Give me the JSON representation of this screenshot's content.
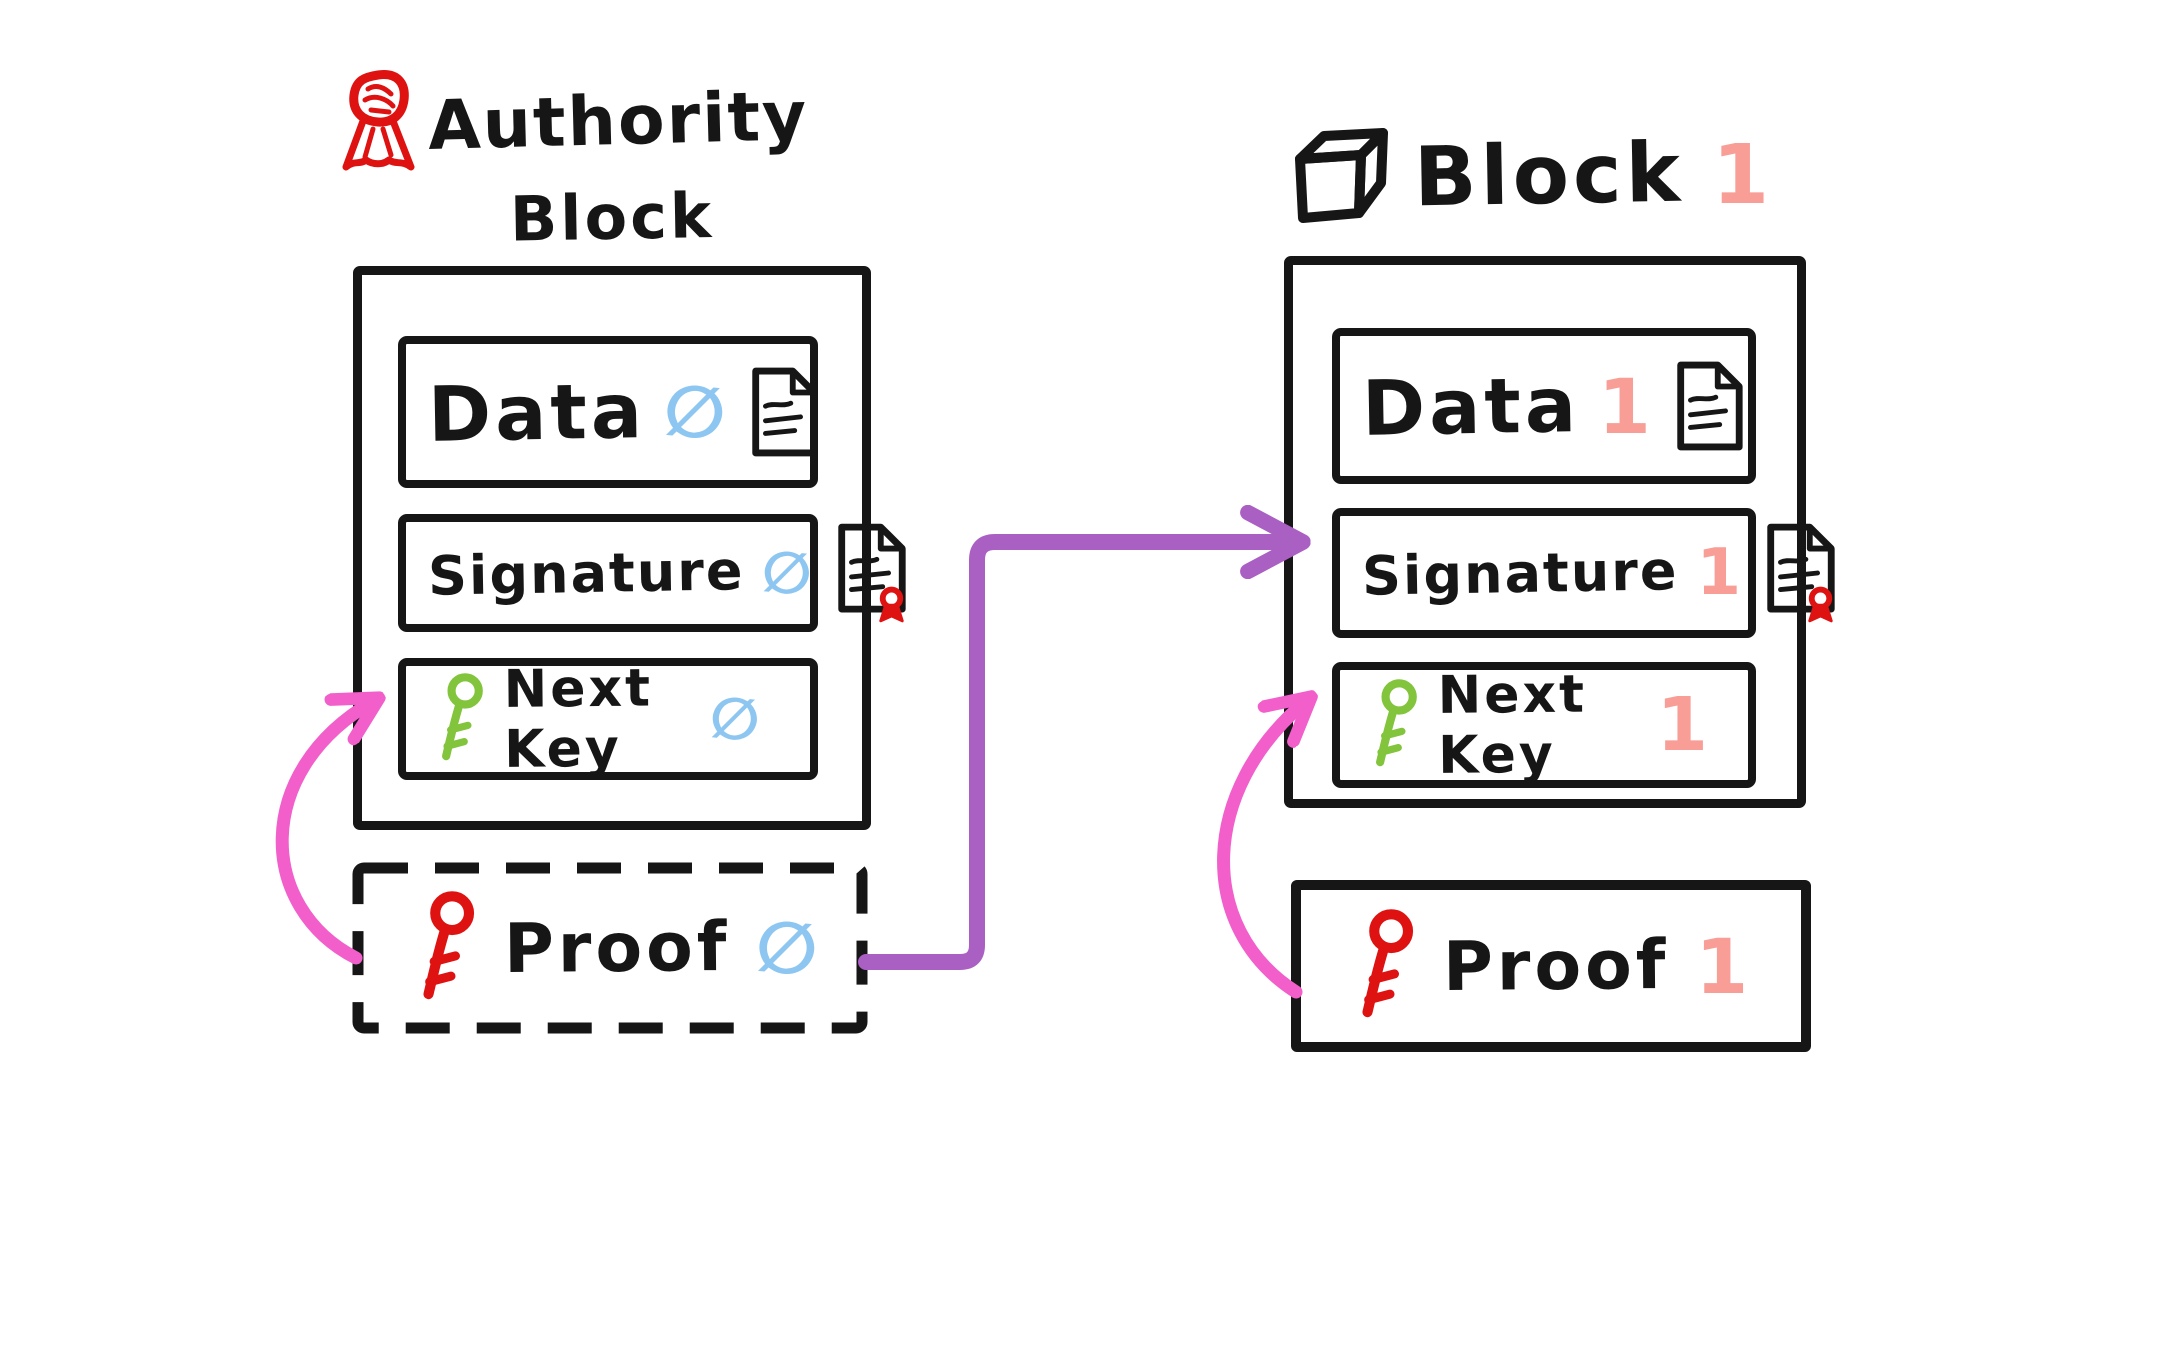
{
  "diagram": {
    "type": "hand-drawn block chain / token attenuation diagram",
    "authority_block": {
      "title": [
        "Authority",
        "Block"
      ],
      "title_icon": "seal-icon",
      "fields": [
        {
          "label": "Data",
          "value": "∅",
          "icon": "document-icon"
        },
        {
          "label": "Signature",
          "value": "∅",
          "icon": "sealed-document-icon"
        },
        {
          "label": "Next Key",
          "value": "∅",
          "icon": "green-key-icon"
        }
      ],
      "proof": {
        "label": "Proof",
        "value": "∅",
        "icon": "red-key-icon",
        "border_style": "dashed"
      }
    },
    "block_1": {
      "title": "Block",
      "number": "1",
      "title_icon": "cube-icon",
      "fields": [
        {
          "label": "Data",
          "value": "1",
          "icon": "document-icon"
        },
        {
          "label": "Signature",
          "value": "1",
          "icon": "sealed-document-icon"
        },
        {
          "label": "Next Key",
          "value": "1",
          "icon": "green-key-icon"
        }
      ],
      "proof": {
        "label": "Proof",
        "value": "1",
        "icon": "red-key-icon",
        "border_style": "solid"
      }
    },
    "arrows": [
      {
        "name": "purple-connector",
        "from": "Authority Block Proof ∅",
        "to": "Block 1 Signature 1",
        "color": "#AA5FC3"
      },
      {
        "name": "pink-left",
        "from": "Proof ∅",
        "to": "Next Key ∅",
        "color": "#F25FCB"
      },
      {
        "name": "pink-right",
        "from": "Proof 1",
        "to": "Next Key 1",
        "color": "#F25FCB"
      }
    ],
    "colors": {
      "ink": "#161616",
      "value_zero_blue": "#8EC6F2",
      "value_one_salmon": "#F89E97",
      "purple_arrow": "#AA5FC3",
      "pink_arrow": "#F25FCB",
      "seal_red": "#DF1212",
      "key_green": "#82C43C",
      "background": "#ffffff"
    }
  }
}
